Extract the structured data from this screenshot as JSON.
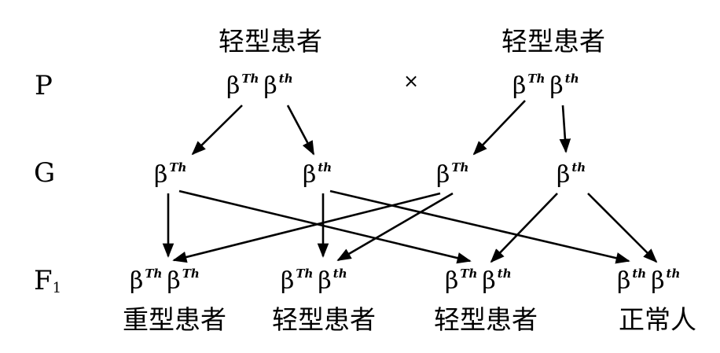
{
  "rows": {
    "p": "P",
    "g": "G",
    "f1_base": "F",
    "f1_sub": "1"
  },
  "parents": {
    "left_phenotype": "轻型患者",
    "right_phenotype": "轻型患者",
    "cross_symbol": "×",
    "left_genotype": {
      "base1": "β",
      "sup1": "Th",
      "base2": "β",
      "sup2": "th"
    },
    "right_genotype": {
      "base1": "β",
      "sup1": "Th",
      "base2": "β",
      "sup2": "th"
    }
  },
  "gametes": [
    {
      "base": "β",
      "sup": "Th"
    },
    {
      "base": "β",
      "sup": "th"
    },
    {
      "base": "β",
      "sup": "Th"
    },
    {
      "base": "β",
      "sup": "th"
    }
  ],
  "offspring": [
    {
      "base1": "β",
      "sup1": "Th",
      "base2": "β",
      "sup2": "Th",
      "phenotype": "重型患者"
    },
    {
      "base1": "β",
      "sup1": "Th",
      "base2": "β",
      "sup2": "th",
      "phenotype": "轻型患者"
    },
    {
      "base1": "β",
      "sup1": "Th",
      "base2": "β",
      "sup2": "th",
      "phenotype": "轻型患者"
    },
    {
      "base1": "β",
      "sup1": "th",
      "base2": "β",
      "sup2": "th",
      "phenotype": "正常人"
    }
  ]
}
